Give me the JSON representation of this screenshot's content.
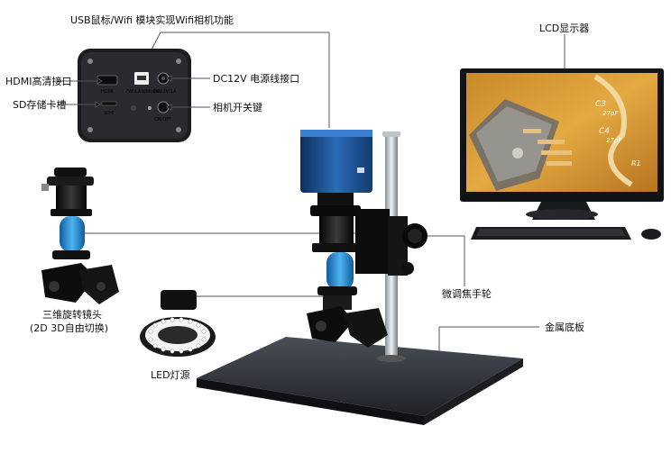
{
  "labels": {
    "usb_wifi": "USB鼠标/Wifi  模块实现Wifi相机功能",
    "hdmi": "HDMI高清接口",
    "sd_slot": "SD存储卡槽",
    "dc_power": "DC12V 电源线接口",
    "camera_switch": "相机开关键",
    "lcd": "LCD显示器",
    "focus_wheel": "微调焦手轮",
    "rotating_head_line1": "三维旋转镜头",
    "rotating_head_line2": "(2D 3D自由切换)",
    "led": "LED灯源",
    "base_plate": "金属底板"
  },
  "panel": {
    "hdmi_port": "HDMI",
    "usb_port": "(Wi)LAN/Mouse",
    "dc_port": "DC12V/1A",
    "sd_port": "SD卡",
    "onoff": "ON/OFF"
  },
  "screen": {
    "pcb_text_1": "C3",
    "pcb_text_2": "27pF",
    "pcb_text_3": "C4",
    "pcb_text_4": "27pF",
    "pcb_text_5": "R1"
  },
  "colors": {
    "camera_blue": "#1f5fa8",
    "knob_blue": "#2a8fd8",
    "base_dark": "#2a2d33"
  }
}
